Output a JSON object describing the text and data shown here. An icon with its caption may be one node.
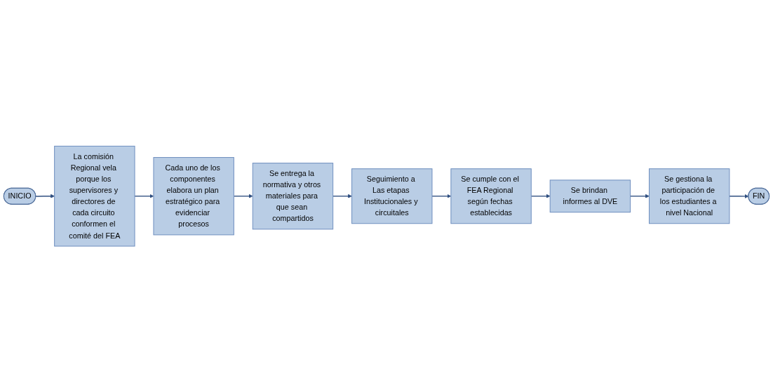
{
  "diagram": {
    "nodes": [
      {
        "text": [
          "INICIO"
        ]
      },
      {
        "text": [
          "La comisión Regional vela porque los supervisores y directores de cada circuito conformen el comité del FEA"
        ]
      },
      {
        "text": [
          "Cada uno de los componentes elabora un plan estratégico para evidenciar procesos"
        ]
      },
      {
        "text": [
          "Se entrega la normativa y otros materiales para que sean compartidos"
        ]
      },
      {
        "text": [
          "Seguimiento a Las etapas Institucionales y circuitales"
        ]
      },
      {
        "text": [
          "Se cumple con el FEA Regional según fechas establecidas"
        ]
      },
      {
        "text": [
          "Se brindan informes al DVE"
        ]
      },
      {
        "text": [
          "Se gestiona la participación de los estudiantes a nivel Nacional"
        ]
      },
      {
        "text": [
          "FIN"
        ]
      }
    ],
    "edges": [
      {
        "from": 0,
        "to": 1,
        "arrow": "to"
      },
      {
        "from": 1,
        "to": 2,
        "arrow": "to"
      },
      {
        "from": 2,
        "to": 3,
        "arrow": "to"
      },
      {
        "from": 3,
        "to": 4,
        "arrow": "to"
      },
      {
        "from": 4,
        "to": 5,
        "arrow": "to"
      },
      {
        "from": 5,
        "to": 6,
        "arrow": "to"
      },
      {
        "from": 6,
        "to": 7,
        "arrow": "to"
      },
      {
        "from": 7,
        "to": 8,
        "arrow": "to"
      }
    ]
  }
}
